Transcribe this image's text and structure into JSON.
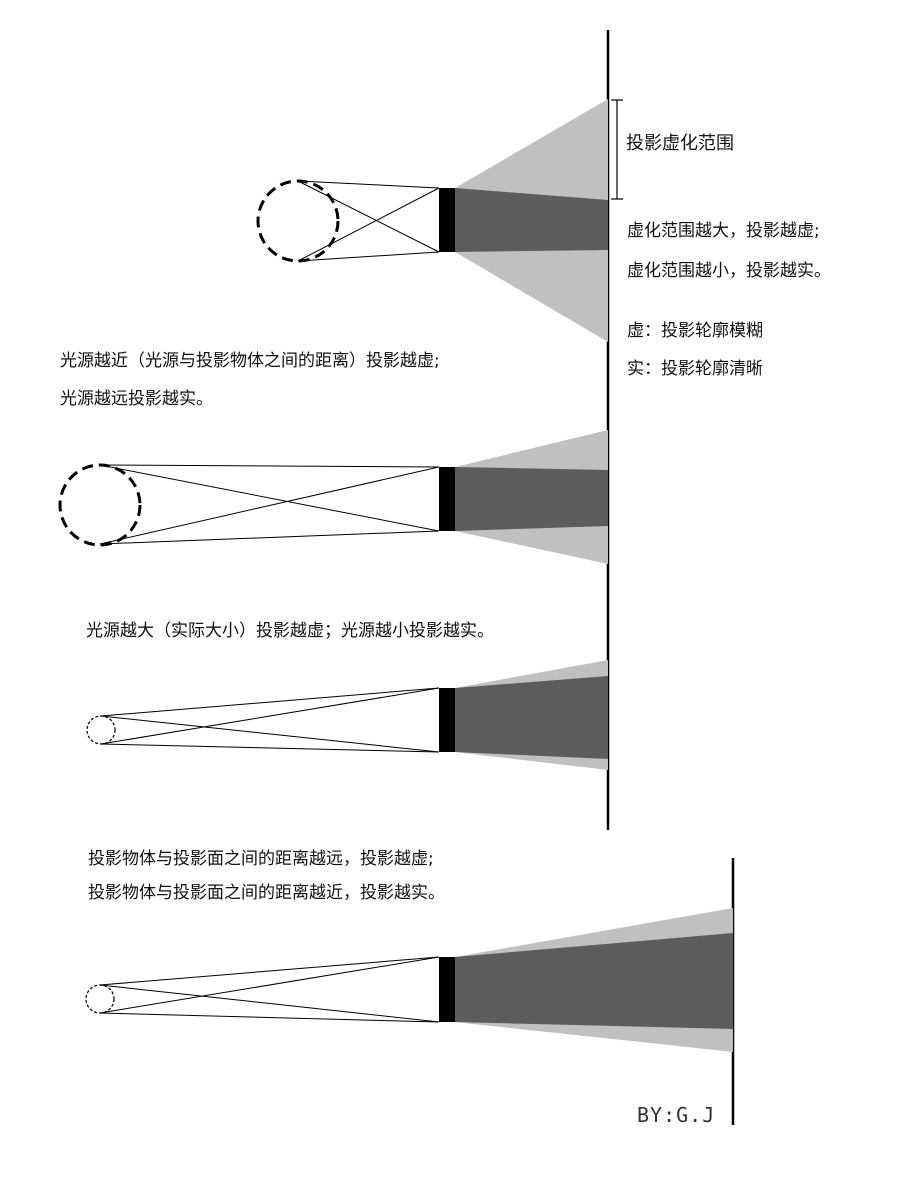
{
  "labels": {
    "range_label": "投影虚化范围",
    "notes": [
      "虚化范围越大，投影越虚;",
      "虚化范围越小，投影越实。",
      "虚：投影轮廓模糊",
      "实：投影轮廓清晰"
    ]
  },
  "captions": {
    "light_distance_line1": "光源越近（光源与投影物体之间的距离）投影越虚;",
    "light_distance_line2": "光源越远投影越实。",
    "light_size": "光源越大（实际大小）投影越虚；光源越小投影越实。",
    "screen_distance_line1": "投影物体与投影面之间的距离越远，投影越虚;",
    "screen_distance_line2": "投影物体与投影面之间的距离越近，投影越实。"
  },
  "signature": "BY:G.J",
  "colors": {
    "penumbra": "#c0c0c0",
    "umbra": "#5c5c5c",
    "object": "#000000",
    "line": "#000000",
    "background": "#ffffff"
  }
}
